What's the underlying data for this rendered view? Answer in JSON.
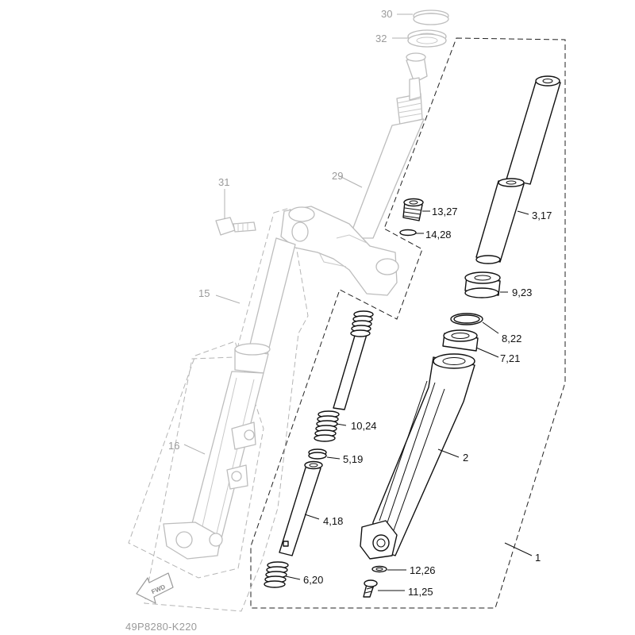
{
  "diagram": {
    "code": "49P8280-K220",
    "fwd_label": "FWD",
    "callouts": {
      "c30": "30",
      "c32": "32",
      "c31": "31",
      "c29": "29",
      "c13": "13,27",
      "c14": "14,28",
      "c3": "3,17",
      "c9": "9,23",
      "c15": "15",
      "c8": "8,22",
      "c7": "7,21",
      "c10": "10,24",
      "c16": "16",
      "c2": "2",
      "c5": "5,19",
      "c4": "4,18",
      "c1": "1",
      "c12": "12,26",
      "c6": "6,20",
      "c11": "11,25"
    }
  }
}
